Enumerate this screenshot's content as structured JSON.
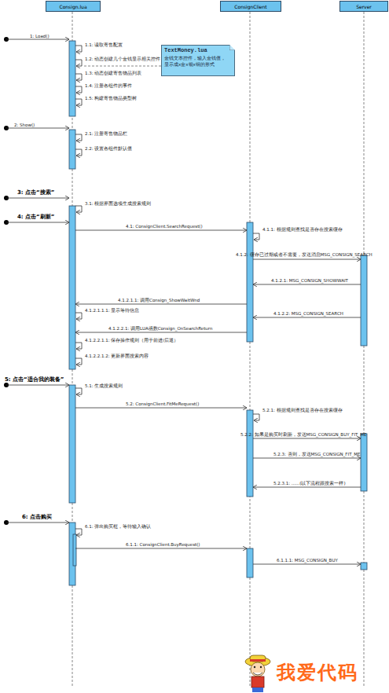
{
  "diagram": {
    "nodes": [
      {
        "text": [
          "Consign.lua"
        ]
      },
      {
        "text": [
          "ConsignClient"
        ]
      },
      {
        "text": [
          "Server"
        ]
      },
      {
        "text": [
          "TextMoney.lua",
          "金钱文本控件，输入金钱值，显示成x金x银x铜的形式"
        ]
      }
    ],
    "labels": [
      "1: Load()",
      "1.1: 读取寄售配置",
      "1.2: 动态创建几个金钱显示相关控件",
      "1.3: 动态创建寄售物品列表",
      "1.4: 注册各组件的事件",
      "1.5: 构建寄售物品类型树",
      "2: Show()",
      "2.1: 注册寄售物品栏",
      "2.2: 设置各组件默认值",
      "3: 点击“搜索”",
      "4: 点击“刷新”",
      "3.1: 根据界面选项生成搜索规则",
      "4.1: ConsignClient.SearchRequest()",
      "4.1.1: 根据规则查找是否存在搜索缓存",
      "4.1.2: 缓存已过期或者不需要，发送消息MSG_CONSIGN_SEARCH",
      "4.1.2.1: MSG_CONSIGN_SHOWWAIT",
      "4.1.2.1.1: 调用Consign_ShowWaitWnd",
      "4.1.2.1.1.1: 显示等待信息",
      "4.1.2.2: MSG_CONSIGN_SEARCH",
      "4.1.2.2.1: 调用LUA函数Consign_OnSearchReturn",
      "4.1.2.2.1.1: 保存操作规则（用于前进/后退）",
      "4.1.2.2.1.2: 更新界面搜索内容",
      "5: 点击“适合我的装备”",
      "5.1: 生成搜索规则",
      "5.2: ConsignClient.FitMeRequest()",
      "5.2.1: 根据规则查找是否存在搜索缓存",
      "5.2.2: 如果是购买时刷新，发送MSG_CONSIGN_BUY_FIT_ME",
      "5.2.3: 否则，发送MSG_CONSIGN_FIT_ME",
      "5.2.3.1: ......(以下流程跟搜索一样)",
      "6: 点击购买",
      "6.1: 弹出购买框，等待输入确认",
      "6.1.1: ConsignClient.BuyRequest()",
      "6.1.1.1: MSG_CONSIGN_BUY",
      "我爱代码"
    ]
  }
}
